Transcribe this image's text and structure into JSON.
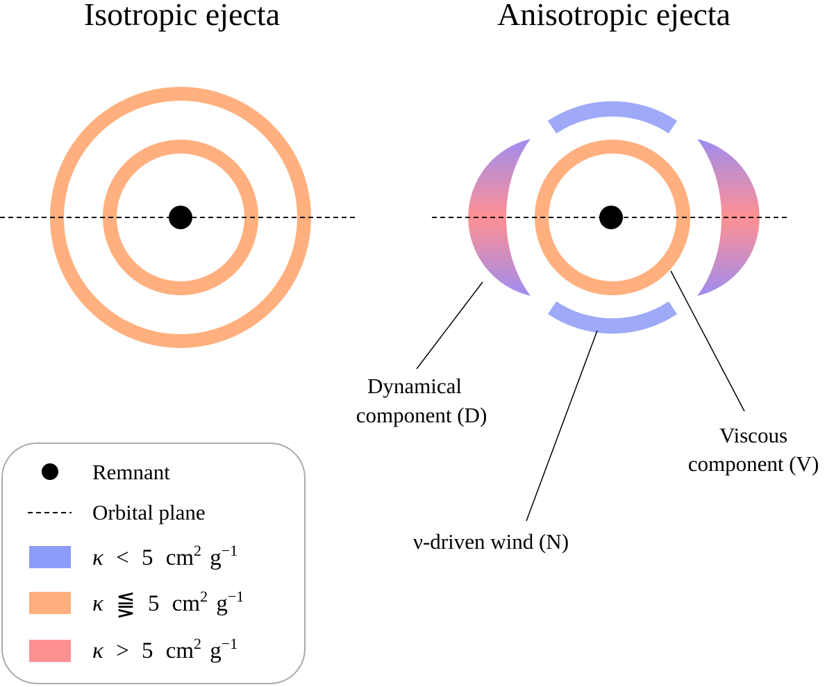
{
  "titles": {
    "isotropic": "Isotropic ejecta",
    "anisotropic": "Anisotropic ejecta"
  },
  "labels": {
    "dynamical_line1": "Dynamical",
    "dynamical_line2": "component (D)",
    "viscous_line1": "Viscous",
    "viscous_line2": "component (V)",
    "wind": "ν-driven wind (N)"
  },
  "legend": {
    "remnant": "Remnant",
    "orbital_plane": "Orbital plane",
    "low": {
      "kappa": "κ",
      "op": "<",
      "value": "5",
      "unit1": "cm",
      "exp1": "2",
      "unit2": "g",
      "exp2": "−1"
    },
    "mid": {
      "kappa": "κ",
      "op": "⪋",
      "value": "5",
      "unit1": "cm",
      "exp1": "2",
      "unit2": "g",
      "exp2": "−1"
    },
    "high": {
      "kappa": "κ",
      "op": ">",
      "value": "5",
      "unit1": "cm",
      "exp1": "2",
      "unit2": "g",
      "exp2": "−1"
    }
  },
  "colors": {
    "low_opacity": "#9eaaf8",
    "mid_opacity": "#ffb07e",
    "high_opacity": "#ff9090",
    "remnant": "#000000",
    "legend_border": "#aaaaaa"
  }
}
